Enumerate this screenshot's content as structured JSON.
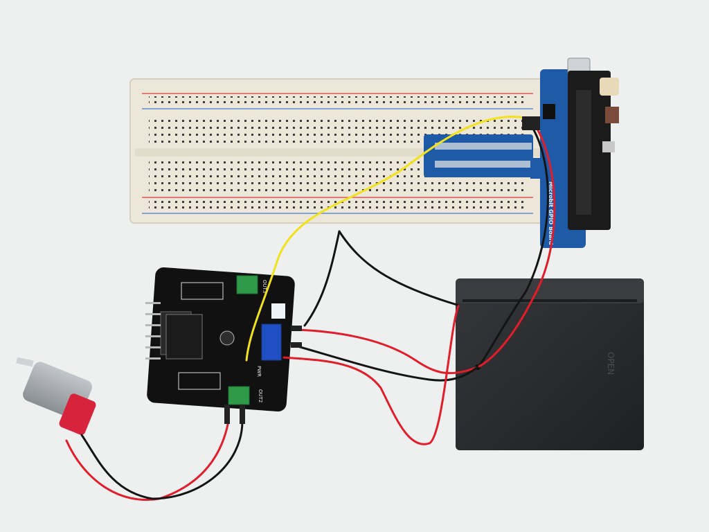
{
  "scene": {
    "gpio_board_label": "Microbit GPIO Board",
    "driver_label_out3": "OUT3",
    "driver_label_out2": "OUT2",
    "driver_label_pwr": "PWR",
    "battery_label": "OPEN"
  },
  "colors": {
    "background": "#eef0ef",
    "breadboard": "#ece7d9",
    "gpio_board": "#1f5aa6",
    "driver_board": "#111111",
    "terminal_green": "#2e9a4a",
    "terminal_blue": "#1f4fc2",
    "battery_box": "#2b2c2e",
    "wire_red": "#e11d2a",
    "wire_black": "#141414",
    "wire_yellow": "#f2e21b",
    "motor_body": "#a7abb0",
    "motor_cap": "#d7233b"
  }
}
